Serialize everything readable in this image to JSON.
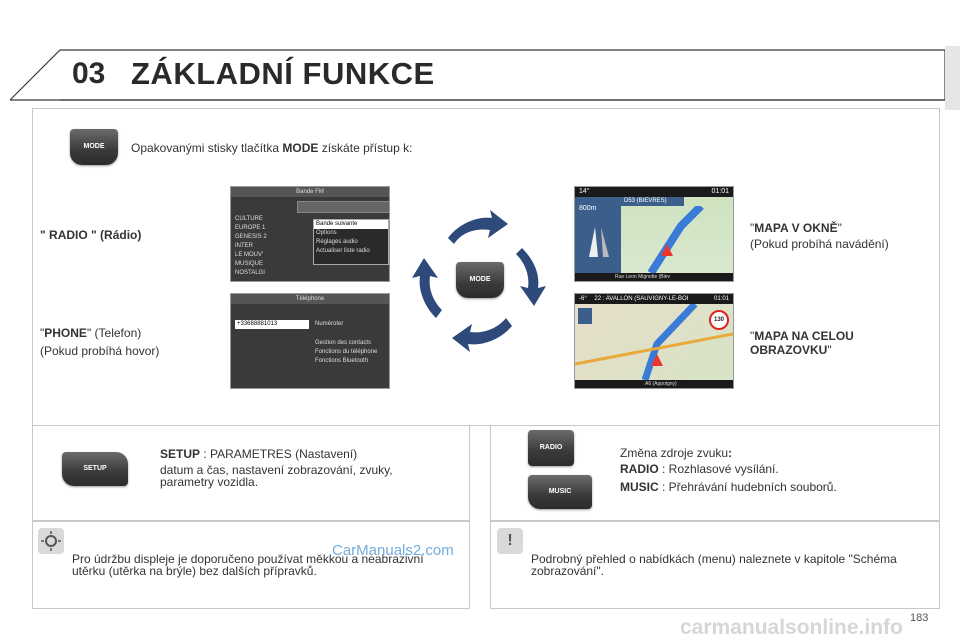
{
  "header": {
    "chapter": "03",
    "title": "ZÁKLADNÍ FUNKCE"
  },
  "intro": {
    "button_label": "MODE",
    "text_before": "Opakovanými stisky tlačítka ",
    "text_bold": "MODE",
    "text_after": " získáte přístup k:"
  },
  "modes": {
    "radio": {
      "label": "\" RADIO \" (Rádio)"
    },
    "phone": {
      "quote_open": "\"",
      "bold": "PHONE",
      "rest": "\" (Telefon)",
      "sub": "(Pokud probíhá hovor)"
    },
    "map_window": {
      "quote_open": "\"",
      "bold": "MAPA V OKNĚ",
      "quote_close": "\"",
      "sub": "(Pokud probíhá navádění)"
    },
    "map_full": {
      "quote_open": "\"",
      "bold": "MAPA NA CELOU OBRAZOVKU",
      "quote_close": "\""
    },
    "center_button": "MODE"
  },
  "radio_screen": {
    "title": "Bande FM",
    "list": [
      "CULTURE",
      "EUROPE 1",
      "GENESIS 2",
      "INTER",
      "LE MOUV'",
      "MUSIQUE",
      "NOSTALGI"
    ],
    "menu": [
      "Bande suivante",
      "Options",
      "Réglages audio",
      "Actualiser liste radio"
    ]
  },
  "phone_screen": {
    "title": "Téléphone",
    "number": "+33688881013",
    "menu": [
      "Numéroter",
      "Gestion des contacts",
      "Fonctions du téléphone",
      "Fonctions Bluetooth"
    ]
  },
  "map_window_screen": {
    "temp": "14°",
    "time": "01:01",
    "distance": "800m",
    "road": "D53 (BIEVRES)",
    "bottom": "Rue Leon Mignotte (Biev"
  },
  "map_full_screen": {
    "temp": "-6°",
    "time": "01:01",
    "road": "22 : AVALLON (SAUVIGNY-LE-BOI",
    "speed": "130",
    "bottom": "A6 (Appoigny)"
  },
  "setup": {
    "button_label": "SETUP",
    "title_bold": "SETUP",
    "title_rest": " : PARAMETRES (Nastavení)",
    "desc": "datum a čas, nastavení zobrazování, zvuky, parametry vozidla."
  },
  "source": {
    "radio_button": "RADIO",
    "music_button": "MUSIC",
    "heading": "Změna zdroje zvuku",
    "heading_colon": ":",
    "radio_bold": "RADIO",
    "radio_rest": " : Rozhlasové vysílání.",
    "music_bold": "MUSIC",
    "music_rest": " : Přehrávání hudebních souborů."
  },
  "tip": {
    "text": "Pro údržbu displeje je doporučeno používat měkkou a neabrazivní utěrku (utěrka na brýle) bez dalších přípravků.",
    "watermark": "CarManuals2.com"
  },
  "note": {
    "icon": "!",
    "text": "Podrobný přehled o nabídkách (menu) naleznete v kapitole \"Schéma zobrazování\"."
  },
  "footer": {
    "page": "183",
    "watermark": "carmanualsonline.info"
  },
  "colors": {
    "arrow": "#2d4a7a",
    "panel_border": "#c8c8c8",
    "header_line": "#3a3a3a"
  }
}
